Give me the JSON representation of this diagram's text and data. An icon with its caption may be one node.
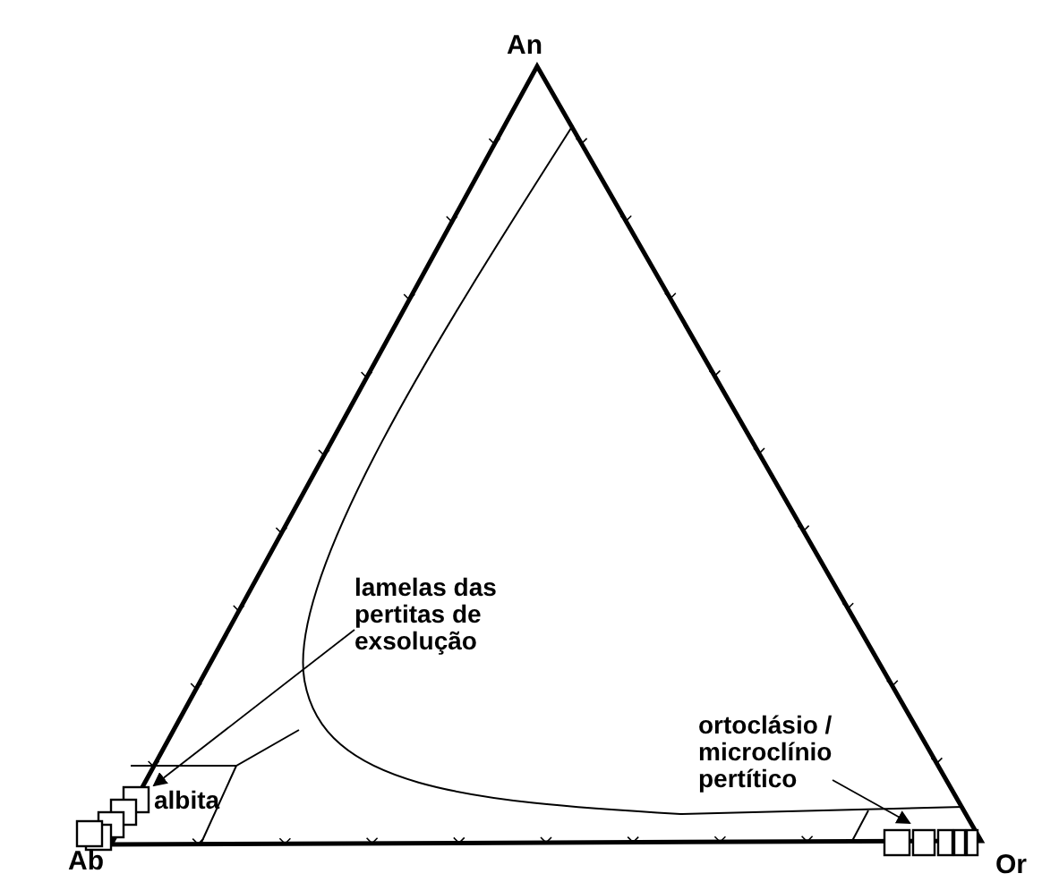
{
  "diagram": {
    "nodes": [
      {
        "text": [
          "lamelas das pertitas de exsolução"
        ]
      },
      {
        "text": [
          "ortoclásio / microclínio pertítico"
        ]
      },
      {
        "text": [
          "albita"
        ]
      }
    ],
    "edges": [
      {
        "from": 0,
        "to": 2,
        "arrow": "to"
      },
      {
        "from": 1,
        "to": null,
        "arrow": "to"
      }
    ],
    "labels": [
      "An",
      "Ab",
      "Or"
    ]
  }
}
